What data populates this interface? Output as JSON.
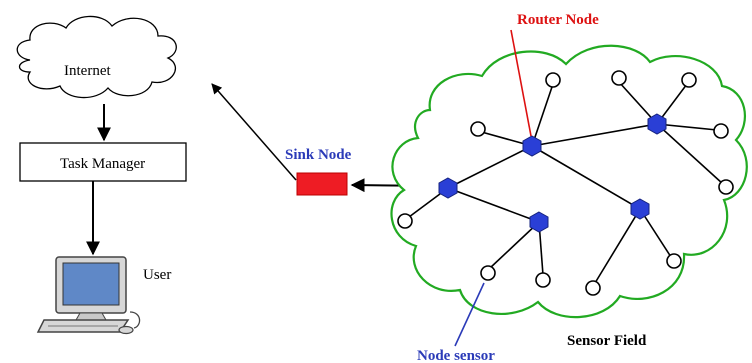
{
  "labels": {
    "internet": "Internet",
    "task_manager": "Task Manager",
    "user": "User",
    "sink_node": "Sink Node",
    "router_node": "Router Node",
    "node_sensor": "Node sensor",
    "sensor_field": "Sensor Field"
  },
  "colors": {
    "line": "#000000",
    "cloud_field": "#22aa22",
    "sink": "#ee1c24",
    "router": "#2a3fd6",
    "router_label": "#dd1111",
    "sink_label": "#2b3bb8",
    "node_sensor_label": "#2b3bb8",
    "monitor_screen": "#5f88c7"
  },
  "icons": {
    "computer": "computer-icon"
  }
}
